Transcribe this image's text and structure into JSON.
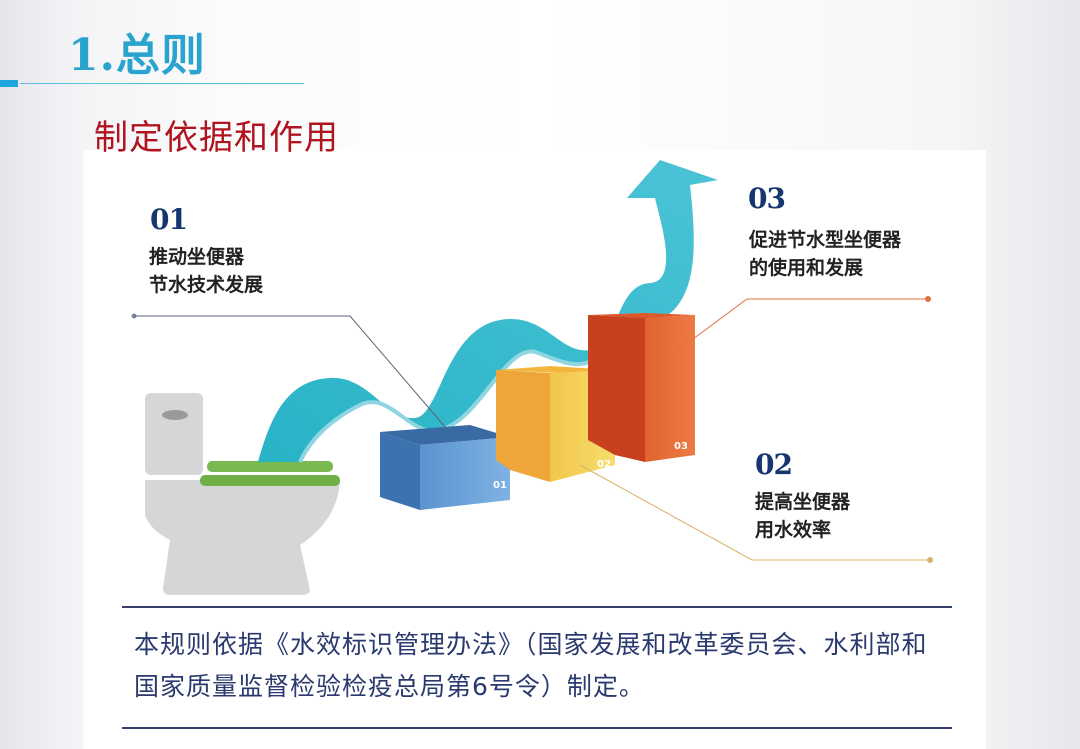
{
  "slide": {
    "title": "1.总则",
    "section_heading": "制定依据和作用",
    "accent_color": "#2aa3cf",
    "heading_color": "#b0151f"
  },
  "items": [
    {
      "number": "01",
      "text": "推动坐便器\n节水技术发展",
      "line_color": "#7d8aa6",
      "block_label": "01",
      "block_color": "#4a86c5"
    },
    {
      "number": "02",
      "text": "提高坐便器\n用水效率",
      "line_color": "#d9b263",
      "block_label": "02",
      "block_color": "#f2c13f"
    },
    {
      "number": "03",
      "text": "促进节水型坐便器\n的使用和发展",
      "line_color": "#e0703f",
      "block_label": "03",
      "block_color": "#e25a2b"
    }
  ],
  "illustration": {
    "toilet_icon": "toilet-icon",
    "arrow_icon": "rising-wave-arrow-icon",
    "arrow_color": "#2db5c8",
    "seat_color": "#78b84e"
  },
  "quote": {
    "text": "本规则依据《水效标识管理办法》（国家发展和改革委员会、水利部和国家质量监督检验检疫总局第6号令）制定。"
  }
}
